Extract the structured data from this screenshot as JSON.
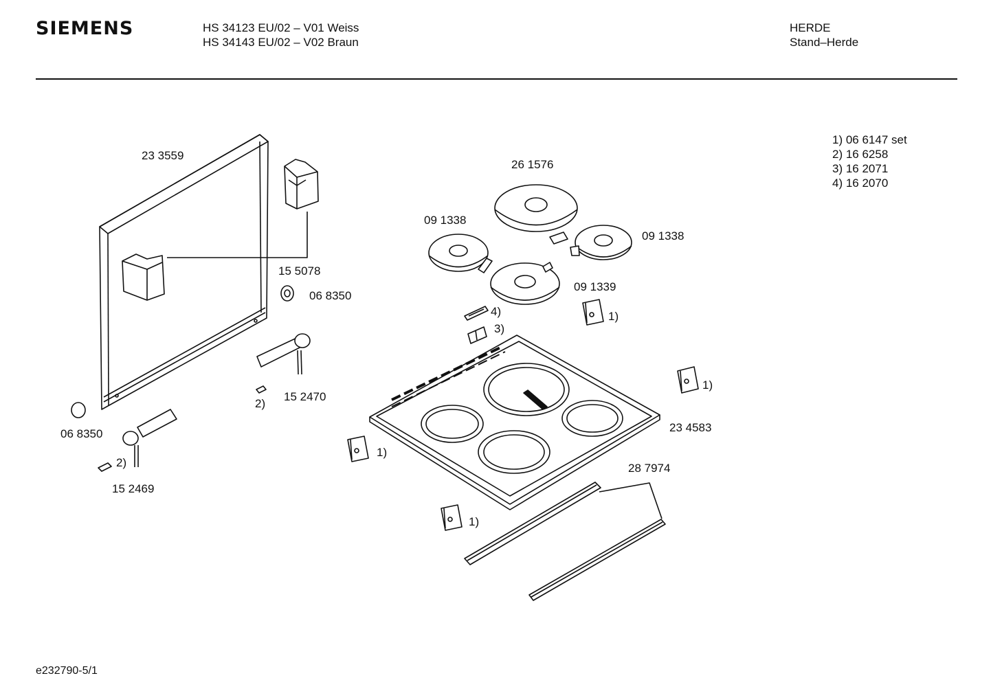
{
  "header": {
    "brand": "SIEMENS",
    "model_line_1": "HS 34123 EU/02 – V01 Weiss",
    "model_line_2": "HS 34143 EU/02 – V02 Braun",
    "category": "HERDE",
    "subcategory": "Stand–Herde"
  },
  "legend": [
    "1) 06 6147 set",
    "2) 16 6258",
    "3) 16 2071",
    "4) 16 2070"
  ],
  "part_labels": {
    "panel": "23 3559",
    "bracket": "15 5078",
    "knob_right": "06 8350",
    "switch_right": "15 2470",
    "switch_right_ref": "2)",
    "knob_left": "06 8350",
    "switch_left": "15 2469",
    "switch_left_ref": "2)",
    "plate_large": "26 1576",
    "plate_small_left": "09 1338",
    "plate_small_right": "09 1338",
    "plate_medium": "09 1339",
    "clip_ref_4": "4)",
    "clip_ref_3": "3)",
    "block_ref_top": "1)",
    "block_ref_right": "1)",
    "block_ref_left": "1)",
    "block_ref_bottom": "1)",
    "hob_frame": "23 4583",
    "rails": "28 7974"
  },
  "footer": {
    "drawing_id": "e232790-5/1"
  }
}
